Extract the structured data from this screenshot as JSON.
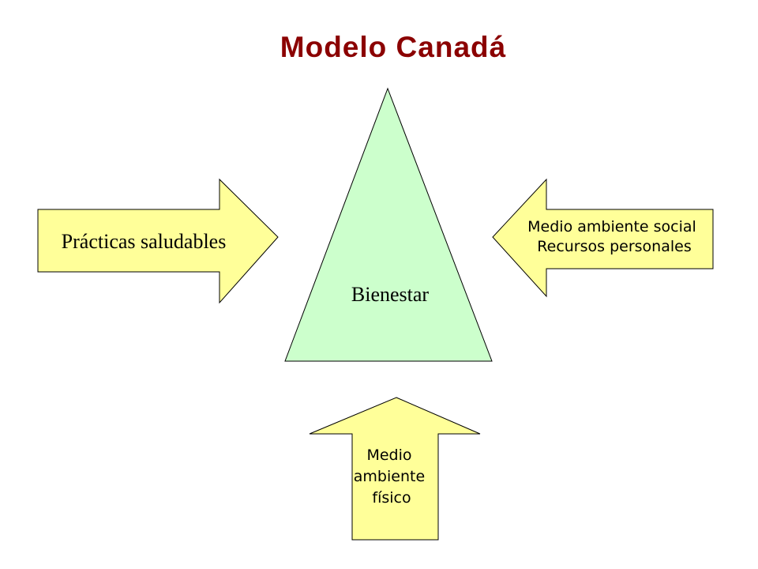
{
  "title": "Modelo Canadá",
  "diagram": {
    "center": {
      "label": "Bienestar"
    },
    "left_arrow": {
      "label": "Prácticas saludables"
    },
    "right_arrow": {
      "lines": [
        "Medio ambiente social",
        "Recursos personales"
      ]
    },
    "bottom_arrow": {
      "lines": [
        "Medio",
        "ambiente",
        "físico"
      ]
    }
  },
  "colors": {
    "title": "#8b0000",
    "triangle_fill": "#ccffcc",
    "arrow_fill": "#ffff99",
    "stroke": "#000000"
  }
}
